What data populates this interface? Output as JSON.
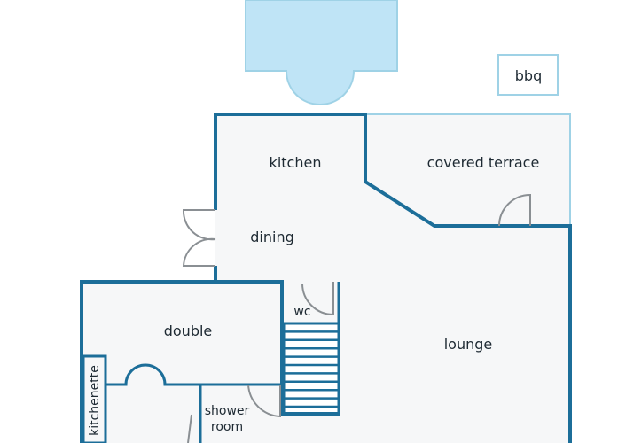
{
  "colors": {
    "wall": "#1c6e99",
    "light_wall": "#9fd2e6",
    "floor": "#f6f7f8",
    "pool": "#bfe4f6",
    "door": "#8a8f93",
    "text": "#1e2a33"
  },
  "labels": {
    "bbq": "bbq",
    "kitchen": "kitchen",
    "covered_terrace": "covered terrace",
    "dining": "dining",
    "wc": "wc",
    "double": "double",
    "lounge": "lounge",
    "kitchenette": "kitchenette",
    "shower_line1": "shower",
    "shower_line2": "room"
  }
}
